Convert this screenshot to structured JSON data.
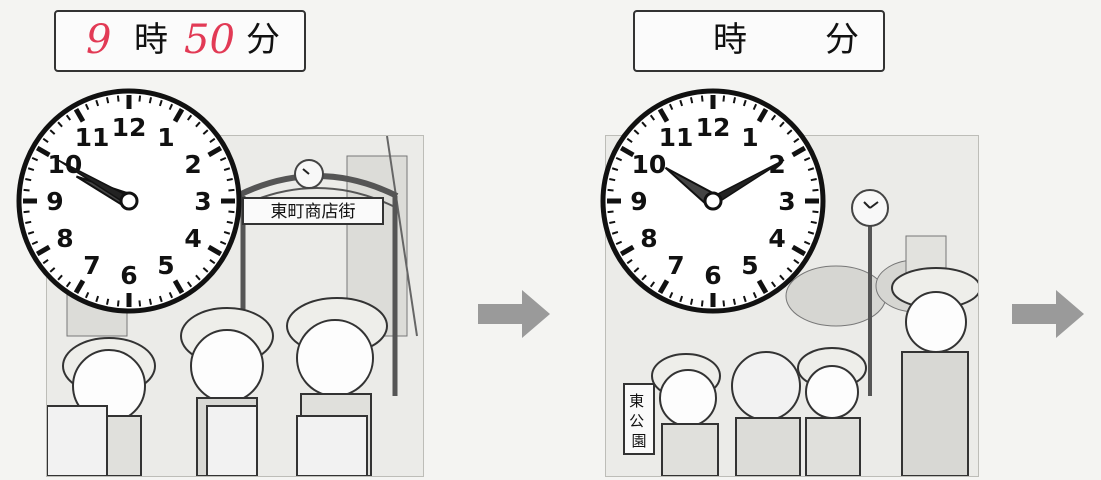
{
  "panels": [
    {
      "time_box": {
        "hour": "9",
        "hour_unit": "時",
        "minute": "50",
        "minute_unit": "分"
      },
      "clock": {
        "hour": 9,
        "minute": 50
      },
      "sign": "東町商店街"
    },
    {
      "time_box": {
        "hour": "",
        "hour_unit": "時",
        "minute": "",
        "minute_unit": "分"
      },
      "clock": {
        "hour": 10,
        "minute": 10
      },
      "sign": "東公園"
    }
  ],
  "clock_numerals": [
    "12",
    "1",
    "2",
    "3",
    "4",
    "5",
    "6",
    "7",
    "8",
    "9",
    "10",
    "11"
  ],
  "colors": {
    "handwriting": "#e23a55",
    "arrow": "#9a9a9a",
    "ink": "#111111"
  }
}
